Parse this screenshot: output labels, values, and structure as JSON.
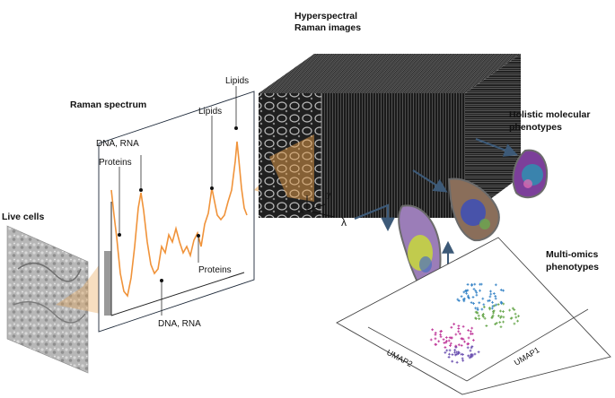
{
  "labels": {
    "hyperspectral_line1": "Hyperspectral",
    "hyperspectral_line2": "Raman images",
    "raman_spectrum": "Raman spectrum",
    "live_cells": "Live cells",
    "holistic_line1": "Holistic molecular",
    "holistic_line2": "phenotypes",
    "multiomics_line1": "Multi-omics",
    "multiomics_line2": "phenotypes",
    "umap1": "UMAP1",
    "umap2": "UMAP2"
  },
  "cube_axes": {
    "x": "x",
    "y": "y",
    "lambda": "λ"
  },
  "peak_annotations": [
    {
      "text": "Lipids",
      "peak": 0
    },
    {
      "text": "Lipids",
      "peak": 1
    },
    {
      "text": "DNA, RNA",
      "peak": 2
    },
    {
      "text": "Proteins",
      "peak": 3
    },
    {
      "text": "Proteins",
      "peak": 4
    },
    {
      "text": "DNA, RNA",
      "peak": 5
    }
  ],
  "colors": {
    "spectrum": "#f0933a",
    "arrow": "#3d5a78",
    "cone": "#e9a04a",
    "cluster_blue": "#3a86c8",
    "cluster_green": "#6aa84f",
    "cluster_magenta": "#c0399a",
    "cluster_purple": "#6a4fb0"
  }
}
